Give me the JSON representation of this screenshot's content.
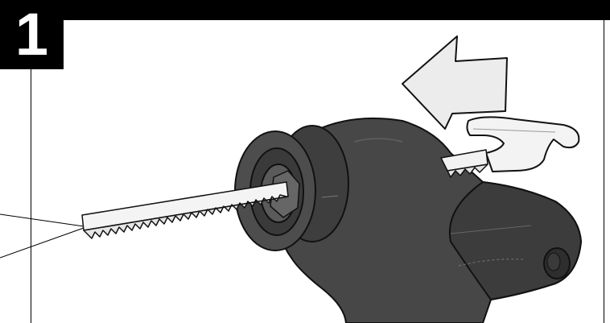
{
  "step": {
    "number": "1"
  },
  "illustration": {
    "subject": "tool-with-toothed-rack",
    "direction_arrow": "arrow-left",
    "colors": {
      "body": "#4a4a4a",
      "body_dark": "#2f2f2f",
      "part": "#f2f2f2",
      "arrow": "#e8e8e8",
      "frame": "#000000"
    }
  }
}
